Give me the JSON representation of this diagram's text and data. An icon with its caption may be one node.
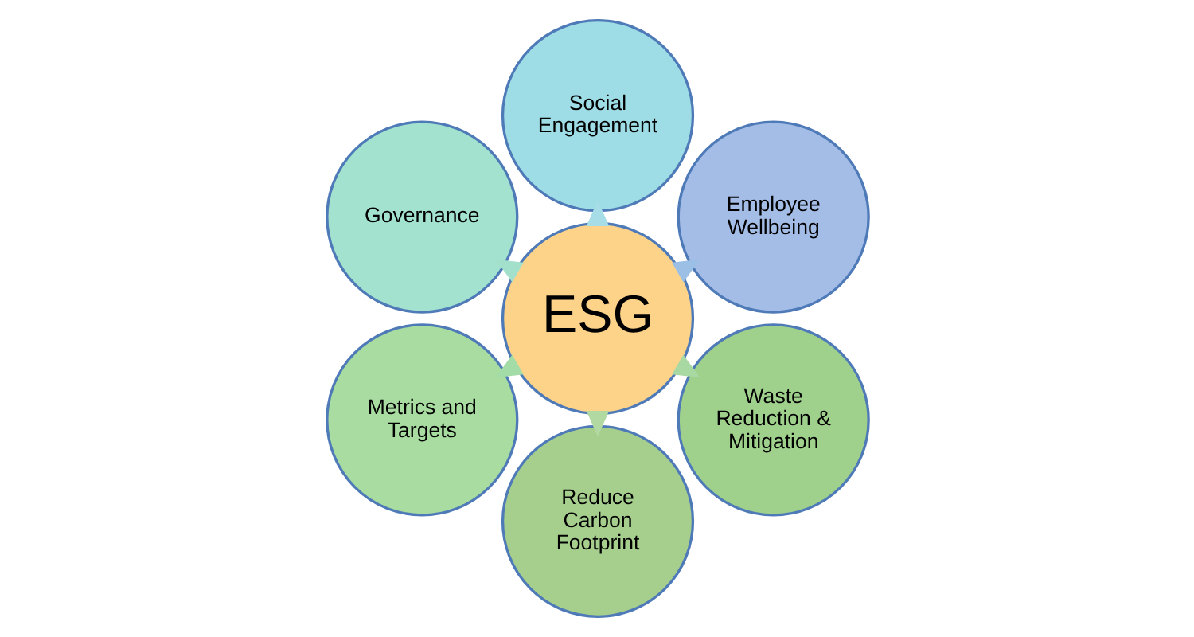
{
  "diagram": {
    "nodes": [
      {
        "text": [
          "ESG"
        ]
      },
      {
        "text": [
          "Employee Wellbeing"
        ]
      },
      {
        "text": [
          "Social Engagement"
        ]
      },
      {
        "text": [
          "Governance"
        ]
      },
      {
        "text": [
          "Metrics and Targets"
        ]
      },
      {
        "text": [
          "Reduce Carbon Footprint"
        ]
      },
      {
        "text": [
          "Waste Reduction & Mitigation"
        ]
      }
    ],
    "edges": [
      {
        "from": 0,
        "to": 1,
        "arrow": "to",
        "color": "#9cbfe6"
      },
      {
        "from": 0,
        "to": 2,
        "arrow": "to",
        "color": "#a6dde6"
      },
      {
        "from": 0,
        "to": 3,
        "arrow": "to",
        "color": "#a3e0cc"
      },
      {
        "from": 0,
        "to": 4,
        "arrow": "to",
        "color": "#a3dca6"
      },
      {
        "from": 0,
        "to": 5,
        "arrow": "to",
        "color": "#b3d9a3"
      },
      {
        "from": 0,
        "to": 6,
        "arrow": "to",
        "color": "#a9d9a3"
      }
    ]
  }
}
